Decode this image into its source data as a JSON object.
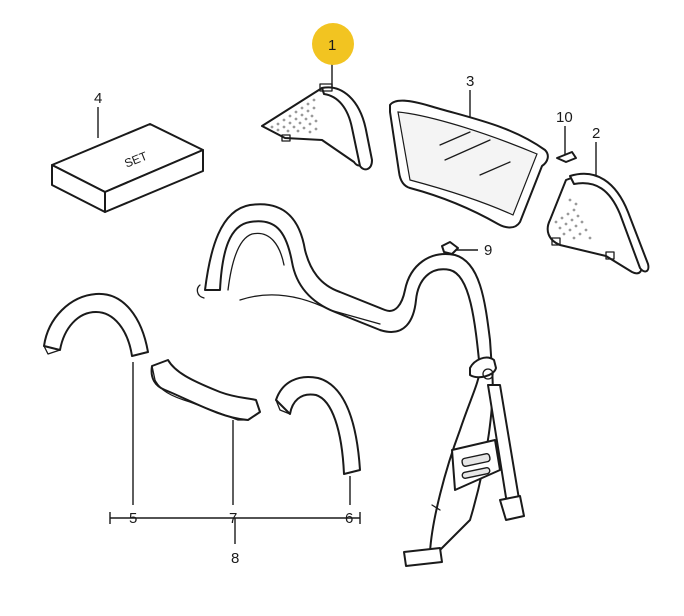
{
  "diagram": {
    "highlight_color": "#f2c421",
    "callouts": [
      {
        "id": "1",
        "text": "1",
        "highlighted": true
      },
      {
        "id": "2",
        "text": "2"
      },
      {
        "id": "3",
        "text": "3"
      },
      {
        "id": "4",
        "text": "4"
      },
      {
        "id": "5",
        "text": "5"
      },
      {
        "id": "6",
        "text": "6"
      },
      {
        "id": "7",
        "text": "7"
      },
      {
        "id": "8",
        "text": "8"
      },
      {
        "id": "9",
        "text": "9"
      },
      {
        "id": "10",
        "text": "10"
      }
    ],
    "set_box_label": "SET"
  }
}
